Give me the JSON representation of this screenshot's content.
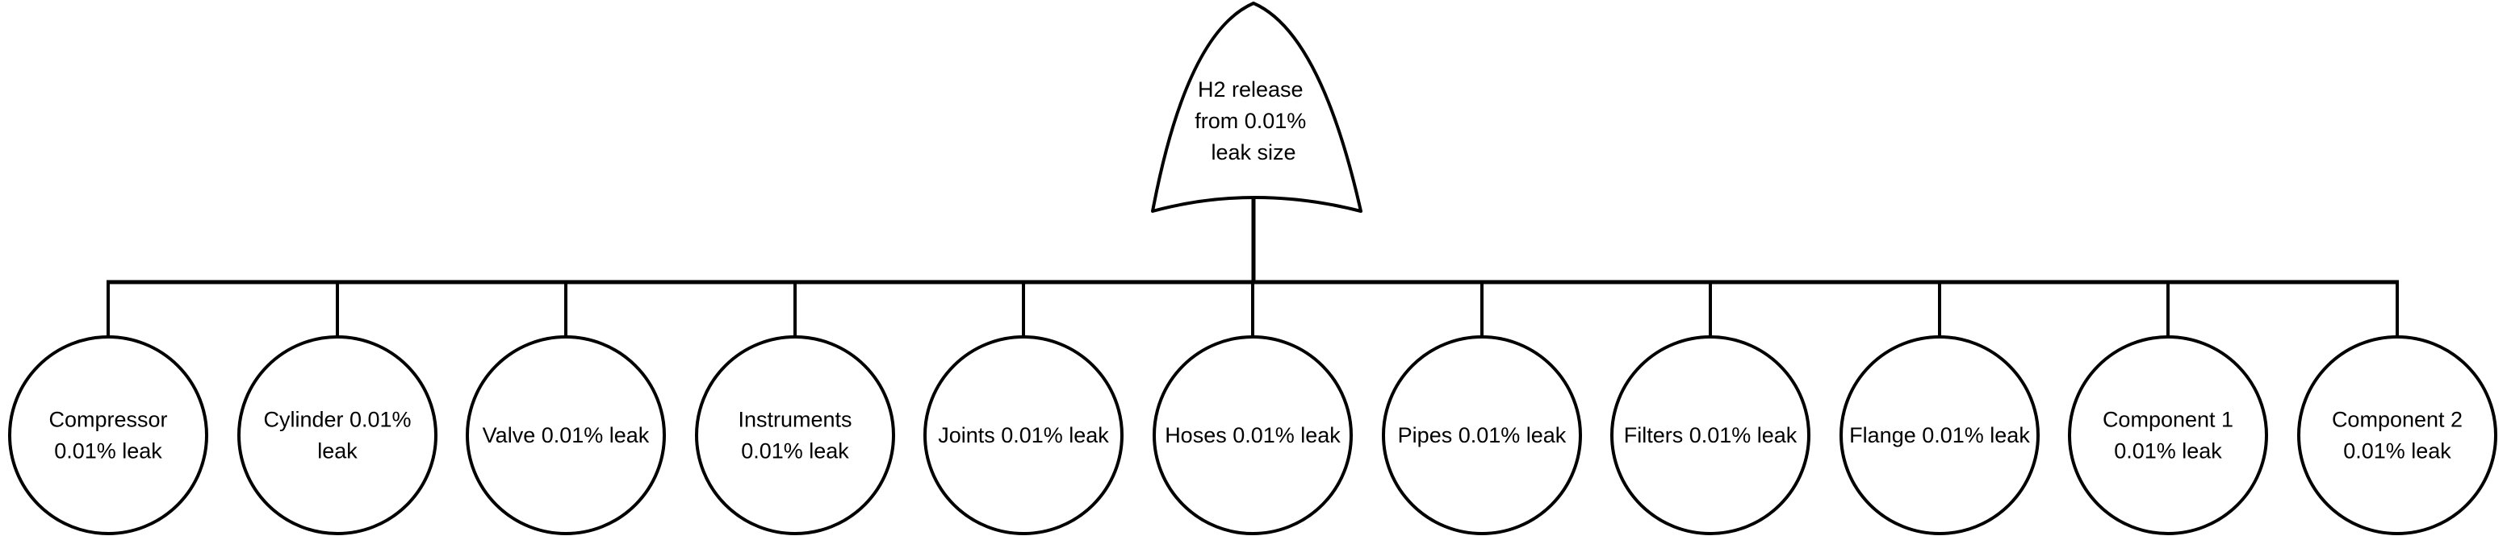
{
  "gate": {
    "type": "or-gate",
    "label_lines": [
      "H2 release",
      "from 0.01%",
      "leak size"
    ]
  },
  "events": [
    {
      "label_lines": [
        "Compressor",
        "0.01% leak"
      ]
    },
    {
      "label_lines": [
        "Cylinder 0.01%",
        "leak"
      ]
    },
    {
      "label_lines": [
        "Valve 0.01% leak"
      ]
    },
    {
      "label_lines": [
        "Instruments",
        "0.01% leak"
      ]
    },
    {
      "label_lines": [
        "Joints 0.01% leak"
      ]
    },
    {
      "label_lines": [
        "Hoses 0.01% leak"
      ]
    },
    {
      "label_lines": [
        "Pipes 0.01% leak"
      ]
    },
    {
      "label_lines": [
        "Filters 0.01% leak"
      ]
    },
    {
      "label_lines": [
        "Flange 0.01% leak"
      ]
    },
    {
      "label_lines": [
        "Component 1",
        "0.01% leak"
      ]
    },
    {
      "label_lines": [
        "Component 2",
        "0.01% leak"
      ]
    }
  ],
  "colors": {
    "stroke": "#000000",
    "fill": "#ffffff",
    "text": "#000000"
  }
}
